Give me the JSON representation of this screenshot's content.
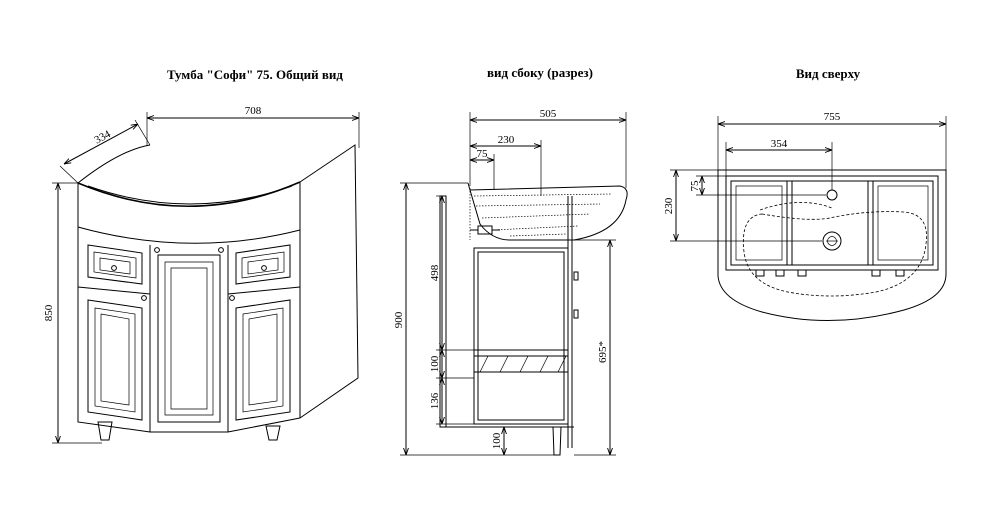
{
  "titles": {
    "general": "Тумба \"Софи\" 75. Общий вид",
    "side": "вид сбоку (разрез)",
    "top": "Вид сверху"
  },
  "general_view": {
    "width": "708",
    "depth": "334",
    "height": "850"
  },
  "side_view": {
    "total_depth": "505",
    "sink_offset": "230",
    "edge_offset": "75",
    "total_height": "900",
    "upper_section": "498",
    "shelf_gap": "100",
    "lower_section": "136",
    "leg_height": "100",
    "inner_height": "695*"
  },
  "top_view": {
    "total_width": "755",
    "drain_offset": "354",
    "front_offset": "75",
    "drain_depth": "230"
  }
}
